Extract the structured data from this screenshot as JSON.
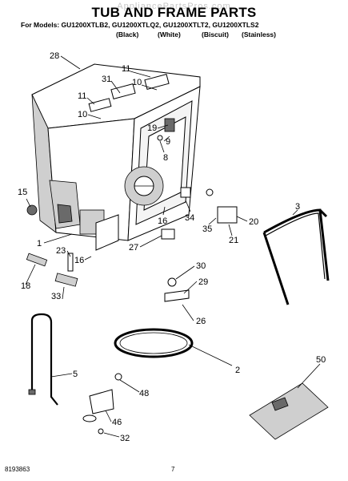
{
  "header": {
    "title": "TUB AND FRAME PARTS",
    "watermark": "AppliancePartsPros.com",
    "models": "For Models: GU1200XTLB2, GU1200XTLQ2, GU1200XTLT2, GU1200XTLS2",
    "colors": [
      "(Black)",
      "(White)",
      "(Biscuit)",
      "(Stainless)"
    ]
  },
  "callouts": [
    "28",
    "11",
    "10",
    "31",
    "11",
    "10",
    "19",
    "9",
    "8",
    "3",
    "15",
    "16",
    "34",
    "20",
    "35",
    "21",
    "1",
    "27",
    "23",
    "16",
    "30",
    "18",
    "29",
    "33",
    "26",
    "2",
    "5",
    "50",
    "48",
    "46",
    "32"
  ],
  "footer": {
    "code": "8193863",
    "page": "7"
  }
}
